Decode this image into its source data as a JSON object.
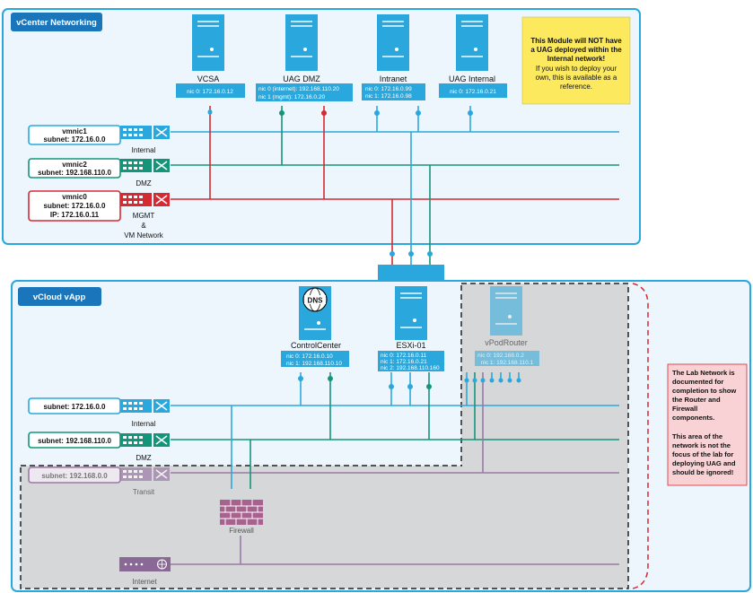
{
  "regions": {
    "vcenter": {
      "title": "vCenter Networking"
    },
    "vcloud": {
      "title": "vCloud vApp"
    }
  },
  "note_top": {
    "bold_lines": [
      "This Module will NOT have",
      "a UAG deployed within the",
      "Internal network!"
    ],
    "lines": [
      "If you wish to deploy your",
      "own, this is available as a",
      "reference."
    ]
  },
  "note_right": {
    "lines": [
      "The Lab Network is",
      "documented for",
      "completion to show",
      "the Router and",
      "Firewall",
      "components.",
      "",
      "This area of the",
      "network is not the",
      "focus of the lab for",
      "deploying UAG and",
      "should be ignored!"
    ]
  },
  "servers_top": [
    {
      "name": "VCSA",
      "nics": [
        "nic 0: 172.16.0.12"
      ]
    },
    {
      "name": "UAG DMZ",
      "nics": [
        "nic 0 (internet):  192.168.110.20",
        "nic 1 (mgmt):       172.16.0.20"
      ]
    },
    {
      "name": "Intranet",
      "nics": [
        "nic 0: 172.16.0.99",
        "nic 1: 172.16.0.98"
      ]
    },
    {
      "name": "UAG Internal",
      "nics": [
        "nic 0: 172.16.0.21"
      ]
    }
  ],
  "servers_bottom": [
    {
      "name": "ControlCenter",
      "nics": [
        "nic 0: 172.16.0.10",
        "nic 1: 192.168.110.10"
      ]
    },
    {
      "name": "ESXi-01",
      "nics": [
        "nic 0: 172.16.0.11",
        "nic 1: 172.16.0.21",
        "nic 2: 192.168.110.160"
      ]
    },
    {
      "name": "vPodRouter",
      "nics": [
        "nic 0: 192.168.0.2",
        "nic 1: 192.168.110.1"
      ]
    }
  ],
  "networks_top": [
    {
      "lines": [
        "vmnic1",
        "subnet: 172.16.0.0"
      ],
      "label": [
        "Internal"
      ],
      "color": "#2aa8dd"
    },
    {
      "lines": [
        "vmnic2",
        "subnet: 192.168.110.0"
      ],
      "label": [
        "DMZ"
      ],
      "color": "#14957a"
    },
    {
      "lines": [
        "vmnic0",
        "subnet: 172.16.0.0",
        "IP: 172.16.0.11"
      ],
      "label": [
        "MGMT",
        "&",
        "VM Network"
      ],
      "color": "#d62a33"
    }
  ],
  "networks_bottom": [
    {
      "lines": [
        "subnet: 172.16.0.0"
      ],
      "label": [
        "Internal"
      ],
      "color": "#2aa8dd"
    },
    {
      "lines": [
        "subnet: 192.168.110.0"
      ],
      "label": [
        "DMZ"
      ],
      "color": "#14957a"
    },
    {
      "lines": [
        "subnet: 192.168.0.0"
      ],
      "label": [
        "Transit"
      ],
      "color": "#9b7aa6"
    }
  ],
  "firewall_label": "Firewall",
  "internet_label": "Internet",
  "dns_label": "DNS",
  "colors": {
    "blue": "#2aa8dd",
    "green": "#14957a",
    "red": "#d62a33",
    "purple": "#9b7aa6",
    "region_bg": "#edf6fd",
    "note_yellow": "#fde95d",
    "note_pink": "#f8d2d4"
  }
}
